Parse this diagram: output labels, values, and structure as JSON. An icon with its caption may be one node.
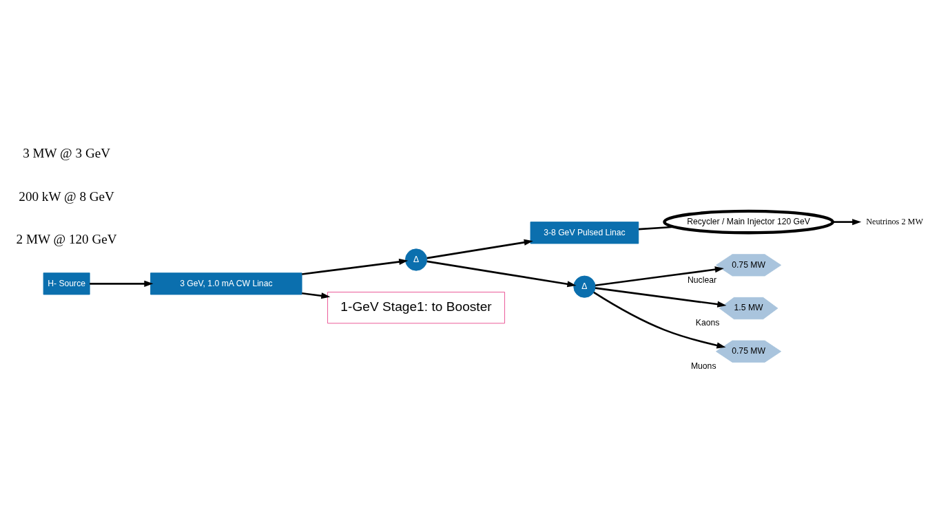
{
  "diagram": {
    "nodes": [
      {
        "text": [
          "H- Source"
        ]
      },
      {
        "text": [
          "3 GeV, 1.0 mA CW Linac"
        ]
      },
      {
        "text": [
          "Δ"
        ]
      },
      {
        "text": [
          "3-8 GeV Pulsed Linac"
        ]
      },
      {
        "text": [
          "Recycler / Main Injector 120 GeV"
        ]
      },
      {
        "text": [
          "Neutrinos 2 MW"
        ]
      },
      {
        "text": [
          "Δ"
        ]
      },
      {
        "text": [
          "0.75 MW"
        ],
        "beside": [
          "Nuclear"
        ]
      },
      {
        "text": [
          "1.5 MW"
        ],
        "beside": [
          "Kaons"
        ]
      },
      {
        "text": [
          "0.75 MW"
        ],
        "beside": [
          "Muons"
        ]
      },
      {
        "text": [
          "1-GeV Stage1: to Booster"
        ]
      }
    ],
    "edges": [
      {
        "from": 0,
        "to": 1,
        "arrow": "to"
      },
      {
        "from": 1,
        "to": 2,
        "arrow": "to"
      },
      {
        "from": 2,
        "to": 3,
        "arrow": "to"
      },
      {
        "from": 3,
        "to": 4,
        "arrow": "none"
      },
      {
        "from": 4,
        "to": 5,
        "arrow": "to"
      },
      {
        "from": 2,
        "to": 6,
        "arrow": "to"
      },
      {
        "from": 6,
        "to": 7,
        "arrow": "to"
      },
      {
        "from": 6,
        "to": 8,
        "arrow": "to"
      },
      {
        "from": 6,
        "to": 9,
        "arrow": "to"
      },
      {
        "from": 1,
        "to": 10,
        "arrow": "to"
      }
    ],
    "labels": [
      "3 MW @ 3 GeV",
      "200 kW @ 8 GeV",
      "2 MW @ 120 GeV"
    ]
  }
}
